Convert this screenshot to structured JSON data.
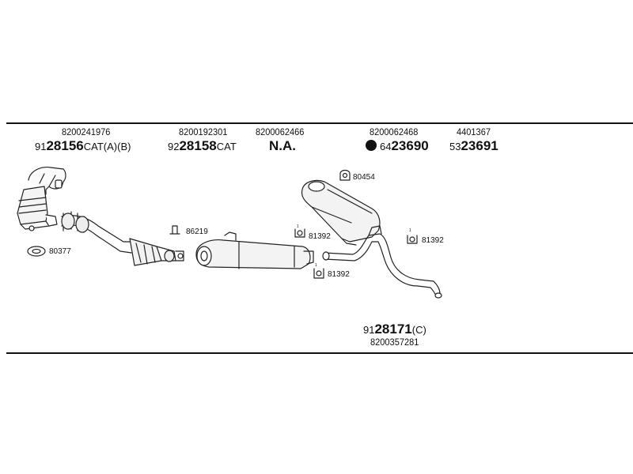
{
  "columns": [
    {
      "oe": "8200241976",
      "prefix": "91",
      "main": "28156",
      "suffix": "CAT(A)(B)"
    },
    {
      "oe": "8200192301",
      "prefix": "92",
      "main": "28158",
      "suffix": "CAT"
    },
    {
      "oe": "8200062466",
      "label": "N.A."
    },
    {
      "oe": "8200062468",
      "prefix": "64",
      "main": "23690",
      "suffix": ""
    },
    {
      "oe": "4401367",
      "prefix": "53",
      "main": "23691",
      "suffix": ""
    }
  ],
  "bottom_part": {
    "prefix": "91",
    "main": "28171",
    "suffix": "(C)",
    "oe": "8200357281"
  },
  "small_parts": {
    "p80377": "80377",
    "p86219": "86219",
    "p80454": "80454",
    "p81392_a": "81392",
    "p81392_b": "81392",
    "p81392_c": "81392"
  },
  "markers": {
    "qty_1a": "1",
    "qty_1b": "1",
    "qty_1c": "1"
  }
}
